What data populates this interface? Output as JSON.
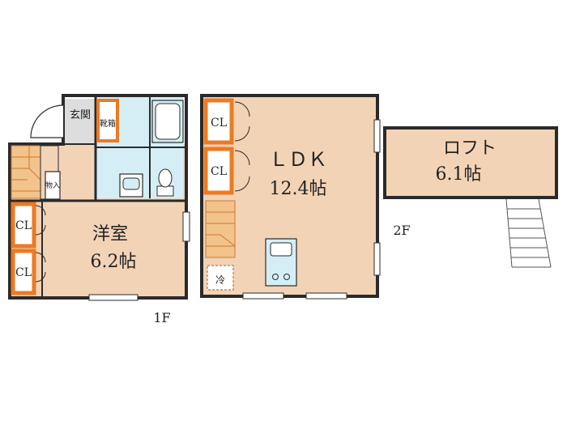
{
  "floor1": {
    "label": "1F",
    "entrance": "玄関",
    "shoe_box": "靴箱",
    "storage": "物入",
    "closet_top": "CL",
    "closet_bottom": "CL",
    "western_room_name": "洋室",
    "western_room_size": "6.2帖"
  },
  "floor2": {
    "label": "2F",
    "closet_top": "CL",
    "closet_bottom": "CL",
    "ldk_name": "ＬＤＫ",
    "ldk_size": "12.4帖",
    "fridge": "冷"
  },
  "loft": {
    "name": "ロフト",
    "size": "6.1帖"
  },
  "colors": {
    "room_fill": "#f3d3b6",
    "wet_fill": "#d5eef6",
    "wall": "#2a2a2a",
    "closet_border": "#ec7a22",
    "stair_fill": "#f3c38c",
    "gray_fill": "#dddddd"
  }
}
